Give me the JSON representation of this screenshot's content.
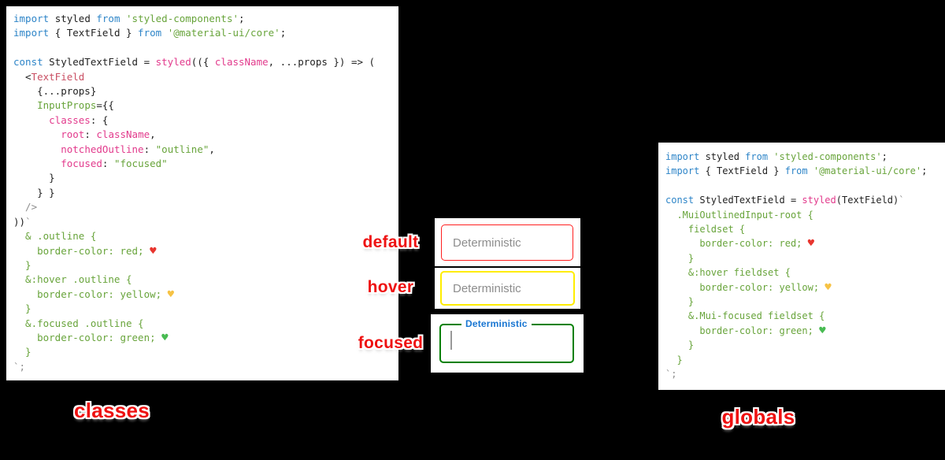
{
  "colors": {
    "bg": "#000000",
    "panel_bg": "#ffffff",
    "code_blue": "#2e85c8",
    "code_plain": "#222222",
    "code_pink": "#e23a8c",
    "code_tag": "#c94f63",
    "code_green": "#68a43b",
    "code_dim": "#8e8e8e",
    "heart_red": "#e8352e",
    "heart_yellow": "#f6c244",
    "heart_green": "#48bb52",
    "label_red": "#ee1111",
    "field_default_border": "#ff1f1f",
    "field_hover_border": "#ffed00",
    "field_focused_border": "#008000",
    "focus_blue": "#1976d2",
    "placeholder_gray": "#8d8d8d"
  },
  "left_code": {
    "lines": [
      [
        {
          "s": "b",
          "t": "import "
        },
        {
          "s": "k",
          "t": "styled "
        },
        {
          "s": "b",
          "t": "from "
        },
        {
          "s": "g",
          "t": "'styled-components'"
        },
        {
          "s": "k",
          "t": ";"
        }
      ],
      [
        {
          "s": "b",
          "t": "import "
        },
        {
          "s": "k",
          "t": "{ TextField } "
        },
        {
          "s": "b",
          "t": "from "
        },
        {
          "s": "g",
          "t": "'@material-ui/core'"
        },
        {
          "s": "k",
          "t": ";"
        }
      ],
      [],
      [
        {
          "s": "b",
          "t": "const "
        },
        {
          "s": "k",
          "t": "StyledTextField = "
        },
        {
          "s": "p",
          "t": "styled"
        },
        {
          "s": "k",
          "t": "(({ "
        },
        {
          "s": "p",
          "t": "className"
        },
        {
          "s": "k",
          "t": ", ...props }) => ("
        }
      ],
      [
        {
          "s": "k",
          "t": "  <"
        },
        {
          "s": "t",
          "t": "TextField"
        }
      ],
      [
        {
          "s": "k",
          "t": "    {...props}"
        }
      ],
      [
        {
          "s": "k",
          "t": "    "
        },
        {
          "s": "g",
          "t": "InputProps"
        },
        {
          "s": "k",
          "t": "={{"
        }
      ],
      [
        {
          "s": "k",
          "t": "      "
        },
        {
          "s": "p",
          "t": "classes"
        },
        {
          "s": "k",
          "t": ": {"
        }
      ],
      [
        {
          "s": "k",
          "t": "        "
        },
        {
          "s": "p",
          "t": "root"
        },
        {
          "s": "k",
          "t": ": "
        },
        {
          "s": "p",
          "t": "className"
        },
        {
          "s": "k",
          "t": ","
        }
      ],
      [
        {
          "s": "k",
          "t": "        "
        },
        {
          "s": "p",
          "t": "notchedOutline"
        },
        {
          "s": "k",
          "t": ": "
        },
        {
          "s": "g",
          "t": "\"outline\""
        },
        {
          "s": "k",
          "t": ","
        }
      ],
      [
        {
          "s": "k",
          "t": "        "
        },
        {
          "s": "p",
          "t": "focused"
        },
        {
          "s": "k",
          "t": ": "
        },
        {
          "s": "g",
          "t": "\"focused\""
        }
      ],
      [
        {
          "s": "k",
          "t": "      }"
        }
      ],
      [
        {
          "s": "k",
          "t": "    } }"
        }
      ],
      [
        {
          "s": "d",
          "t": "  />"
        }
      ],
      [
        {
          "s": "k",
          "t": "))"
        },
        {
          "s": "d",
          "t": "`"
        }
      ],
      [
        {
          "s": "g",
          "t": "  & .outline {"
        }
      ],
      [
        {
          "s": "g",
          "t": "    border-color: red; "
        },
        {
          "s": "hr",
          "t": "♥"
        }
      ],
      [
        {
          "s": "g",
          "t": "  }"
        }
      ],
      [
        {
          "s": "g",
          "t": "  &:hover .outline {"
        }
      ],
      [
        {
          "s": "g",
          "t": "    border-color: yellow; "
        },
        {
          "s": "hy",
          "t": "♥"
        }
      ],
      [
        {
          "s": "g",
          "t": "  }"
        }
      ],
      [
        {
          "s": "g",
          "t": "  &.focused .outline {"
        }
      ],
      [
        {
          "s": "g",
          "t": "    border-color: green; "
        },
        {
          "s": "hg",
          "t": "♥"
        }
      ],
      [
        {
          "s": "g",
          "t": "  }"
        }
      ],
      [
        {
          "s": "d",
          "t": "`;"
        }
      ]
    ]
  },
  "right_code": {
    "lines": [
      [
        {
          "s": "b",
          "t": "import "
        },
        {
          "s": "k",
          "t": "styled "
        },
        {
          "s": "b",
          "t": "from "
        },
        {
          "s": "g",
          "t": "'styled-components'"
        },
        {
          "s": "k",
          "t": ";"
        }
      ],
      [
        {
          "s": "b",
          "t": "import "
        },
        {
          "s": "k",
          "t": "{ TextField } "
        },
        {
          "s": "b",
          "t": "from "
        },
        {
          "s": "g",
          "t": "'@material-ui/core'"
        },
        {
          "s": "k",
          "t": ";"
        }
      ],
      [],
      [
        {
          "s": "b",
          "t": "const "
        },
        {
          "s": "k",
          "t": "StyledTextField = "
        },
        {
          "s": "p",
          "t": "styled"
        },
        {
          "s": "k",
          "t": "(TextField)"
        },
        {
          "s": "d",
          "t": "`"
        }
      ],
      [
        {
          "s": "g",
          "t": "  .MuiOutlinedInput-root {"
        }
      ],
      [
        {
          "s": "g",
          "t": "    fieldset {"
        }
      ],
      [
        {
          "s": "g",
          "t": "      border-color: red; "
        },
        {
          "s": "hr",
          "t": "♥"
        }
      ],
      [
        {
          "s": "g",
          "t": "    }"
        }
      ],
      [
        {
          "s": "g",
          "t": "    &:hover fieldset {"
        }
      ],
      [
        {
          "s": "g",
          "t": "      border-color: yellow; "
        },
        {
          "s": "hy",
          "t": "♥"
        }
      ],
      [
        {
          "s": "g",
          "t": "    }"
        }
      ],
      [
        {
          "s": "g",
          "t": "    &.Mui-focused fieldset {"
        }
      ],
      [
        {
          "s": "g",
          "t": "      border-color: green; "
        },
        {
          "s": "hg",
          "t": "♥"
        }
      ],
      [
        {
          "s": "g",
          "t": "    }"
        }
      ],
      [
        {
          "s": "g",
          "t": "  }"
        }
      ],
      [
        {
          "s": "d",
          "t": "`;"
        }
      ]
    ]
  },
  "states": [
    {
      "label": "default"
    },
    {
      "label": "hover"
    },
    {
      "label": "focused"
    }
  ],
  "fields": {
    "default": {
      "text": "Deterministic"
    },
    "hover": {
      "text": "Deterministic"
    },
    "focused": {
      "label": "Deterministic"
    }
  },
  "captions": {
    "left": "classes",
    "right": "globals"
  }
}
